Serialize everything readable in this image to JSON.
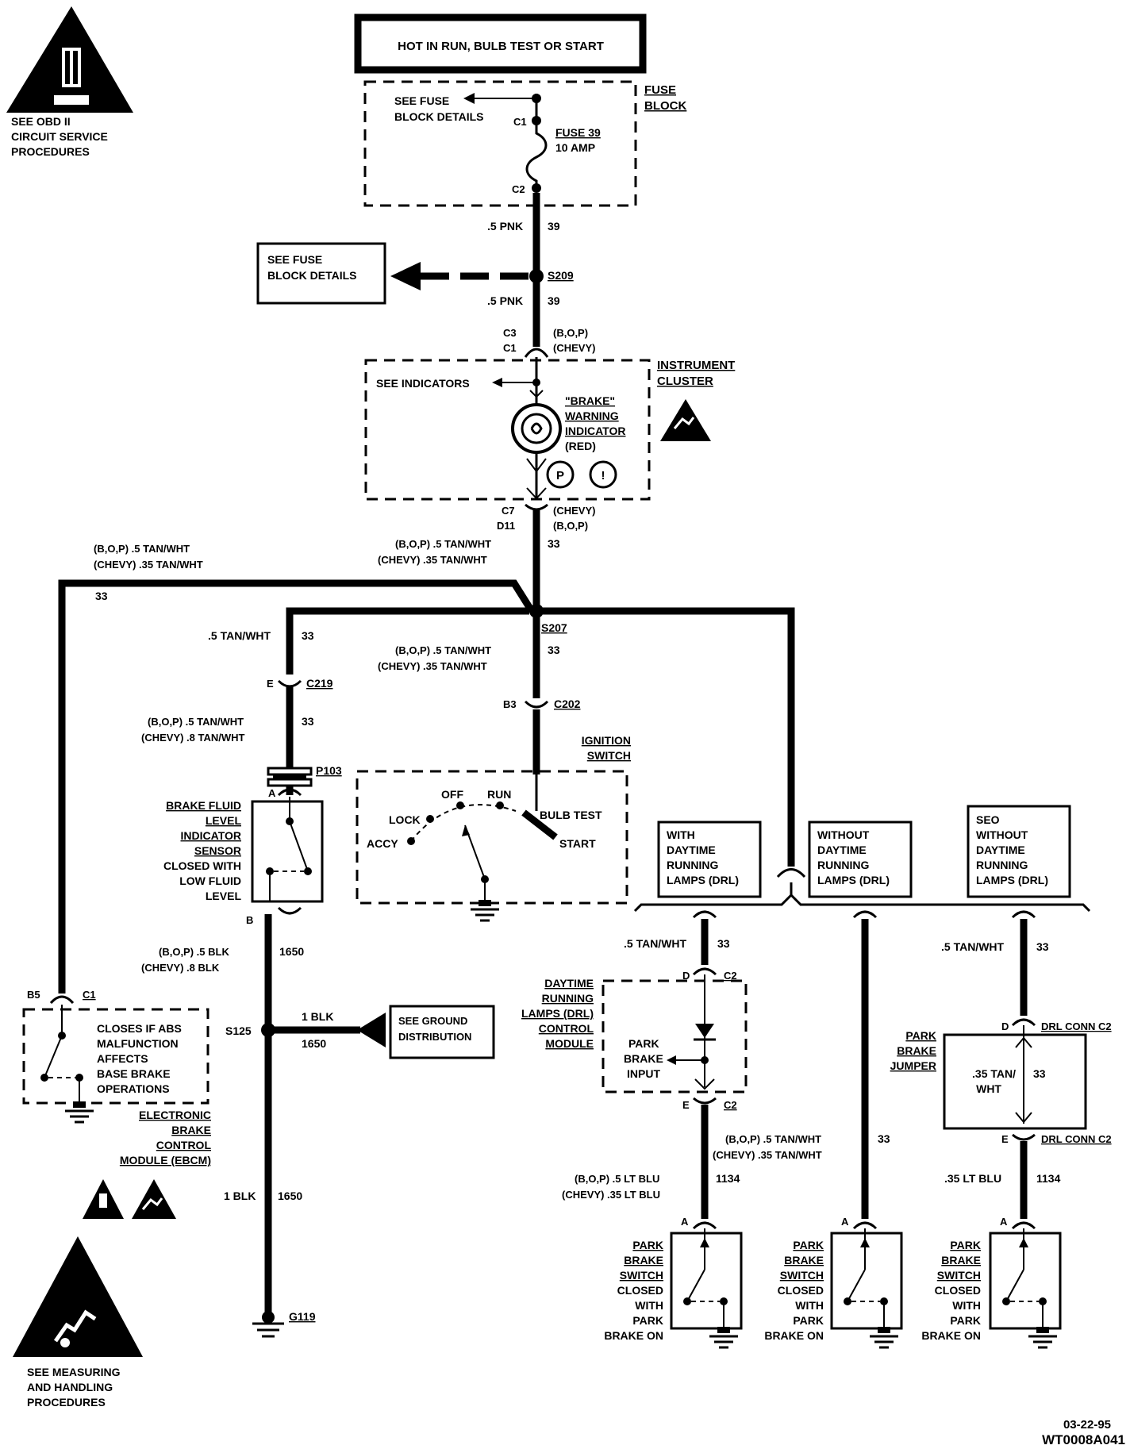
{
  "header": {
    "power_label": "HOT IN RUN, BULB TEST OR START"
  },
  "notes": {
    "obd_line1": "SEE OBD II",
    "obd_line2": "CIRCUIT SERVICE",
    "obd_line3": "PROCEDURES",
    "esd_line1": "SEE MEASURING",
    "esd_line2": "AND HANDLING",
    "esd_line3": "PROCEDURES"
  },
  "fuse_block": {
    "title_line1": "FUSE",
    "title_line2": "BLOCK",
    "see_details_line1": "SEE FUSE",
    "see_details_line2": "BLOCK DETAILS",
    "fuse_name": "FUSE 39",
    "fuse_rating": "10 AMP",
    "conn_in": "C1",
    "conn_out": "C2"
  },
  "wires": {
    "w39_a_color": ".5 PNK",
    "w39_a_num": "39",
    "w39_b_color": ".5 PNK",
    "w39_b_num": "39",
    "splice_209": "S209",
    "see_fuse_line1": "SEE FUSE",
    "see_fuse_line2": "BLOCK DETAILS",
    "ic_conn_a": "C3",
    "ic_conn_b": "C1",
    "ic_conn_note_a": "(B,O,P)",
    "ic_conn_note_b": "(CHEVY)"
  },
  "cluster": {
    "title_line1": "INSTRUMENT",
    "title_line2": "CLUSTER",
    "see_indicators": "SEE INDICATORS",
    "indicator_line1": "\"BRAKE\"",
    "indicator_line2": "WARNING",
    "indicator_line3": "INDICATOR",
    "indicator_line4": "(RED)",
    "symbol_p": "P",
    "symbol_i": "!",
    "out_conn_a": "C7",
    "out_conn_b": "D11",
    "out_note_a": "(CHEVY)",
    "out_note_b": "(B,O,P)"
  },
  "circuit33": {
    "left_bop": "(B,O,P) .5  TAN/WHT",
    "left_chevy": "(CHEVY) .35  TAN/WHT",
    "left_num": "33",
    "mid_bop": "(B,O,P) .5  TAN/WHT",
    "mid_chevy": "(CHEVY) .35  TAN/WHT",
    "mid_num": "33",
    "splice": "S207",
    "c219_wire": ".5 TAN/WHT",
    "c219_num": "33",
    "c219_pin": "E",
    "c219_name": "C219",
    "c202_bop": "(B,O,P) .5  TAN/WHT",
    "c202_chevy": "(CHEVY) .35  TAN/WHT",
    "c202_num": "33",
    "c202_pin": "B3",
    "c202_name": "C202",
    "p103_bop": "(B,O,P) .5  TAN/WHT",
    "p103_chevy": "(CHEVY) .8  TAN/WHT",
    "p103_num": "33",
    "p103_name": "P103"
  },
  "fluid_sensor": {
    "pin_a": "A",
    "pin_b": "B",
    "label_line1": "BRAKE FLUID",
    "label_line2": "LEVEL",
    "label_line3": "INDICATOR",
    "label_line4": "SENSOR",
    "label_line5": "CLOSED WITH",
    "label_line6": "LOW FLUID",
    "label_line7": "LEVEL"
  },
  "ignition": {
    "title_line1": "IGNITION",
    "title_line2": "SWITCH",
    "off": "OFF",
    "run": "RUN",
    "lock": "LOCK",
    "accy": "ACCY",
    "bulb_test": "BULB TEST",
    "start": "START"
  },
  "ground_path": {
    "bop": "(B,O,P) .5  BLK",
    "chevy": "(CHEVY) .8  BLK",
    "num": "1650",
    "splice": "S125",
    "branch_wire": "1 BLK",
    "branch_num": "1650",
    "see_ground_line1": "SEE  GROUND",
    "see_ground_line2": "DISTRIBUTION",
    "lower_wire": "1 BLK",
    "lower_num": "1650",
    "ground": "G119"
  },
  "ebcm": {
    "pin": "B5",
    "conn": "C1",
    "note_line1": "CLOSES IF ABS",
    "note_line2": "MALFUNCTION",
    "note_line3": "AFFECTS",
    "note_line4": "BASE BRAKE",
    "note_line5": "OPERATIONS",
    "name_line1": "ELECTRONIC",
    "name_line2": "BRAKE",
    "name_line3": "CONTROL",
    "name_line4": "MODULE (EBCM)"
  },
  "options": {
    "with_drl_line1": "WITH",
    "with_drl_line2": "DAYTIME",
    "with_drl_line3": "RUNNING",
    "with_drl_line4": "LAMPS (DRL)",
    "without_drl_line1": "WITHOUT",
    "without_drl_line2": "DAYTIME",
    "without_drl_line3": "RUNNING",
    "without_drl_line4": "LAMPS (DRL)",
    "seo_line1": "SEO",
    "seo_line2": "WITHOUT",
    "seo_line3": "DAYTIME",
    "seo_line4": "RUNNING",
    "seo_line5": "LAMPS (DRL)"
  },
  "drl_module": {
    "in_wire": ".5 TAN/WHT",
    "in_num": "33",
    "pin_d": "D",
    "conn_d": "C2",
    "pin_e": "E",
    "conn_e": "C2",
    "name_line1": "DAYTIME",
    "name_line2": "RUNNING",
    "name_line3": "LAMPS (DRL)",
    "name_line4": "CONTROL",
    "name_line5": "MODULE",
    "input_line1": "PARK",
    "input_line2": "BRAKE",
    "input_line3": "INPUT",
    "out_bop": "(B,O,P) .5  LT BLU",
    "out_chevy": "(CHEVY) .35  LT BLU",
    "out_num": "1134"
  },
  "without_drl_wire": {
    "bop": "(B,O,P) .5  TAN/WHT",
    "chevy": "(CHEVY) .35  TAN/WHT",
    "num": "33"
  },
  "seo": {
    "in_wire": ".5 TAN/WHT",
    "in_num": "33",
    "pin_d": "D",
    "conn_d": "DRL CONN C2",
    "jumper_line1": "PARK",
    "jumper_line2": "BRAKE",
    "jumper_line3": "JUMPER",
    "jumper_wire_line1": ".35 TAN/",
    "jumper_wire_line2": "WHT",
    "jumper_num": "33",
    "pin_e": "E",
    "conn_e": "DRL CONN C2",
    "out_wire": ".35 LT BLU",
    "out_num": "1134"
  },
  "park_switch": {
    "pin": "A",
    "line1": "PARK",
    "line2": "BRAKE",
    "line3": "SWITCH",
    "line4": "CLOSED",
    "line5": "WITH",
    "line6": "PARK",
    "line7": "BRAKE ON"
  },
  "footer": {
    "date": "03-22-95",
    "code": "WT0008A041"
  }
}
